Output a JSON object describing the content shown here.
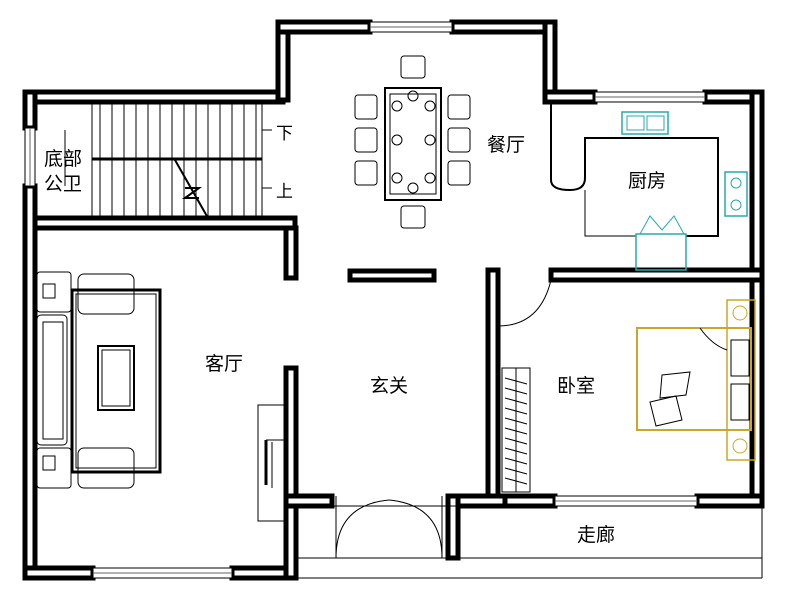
{
  "rooms": {
    "dining": "餐厅",
    "kitchen": "厨房",
    "living": "客厅",
    "foyer": "玄关",
    "bedroom": "卧室",
    "corridor": "走廊",
    "bathroom_line1": "底部",
    "bathroom_line2": "公卫"
  },
  "stairs": {
    "down": "下",
    "up": "上"
  },
  "colors": {
    "wall": "#000000",
    "kitchen_fixture": "#2aa9a9",
    "bed": "#c8a826",
    "background": "#ffffff"
  }
}
